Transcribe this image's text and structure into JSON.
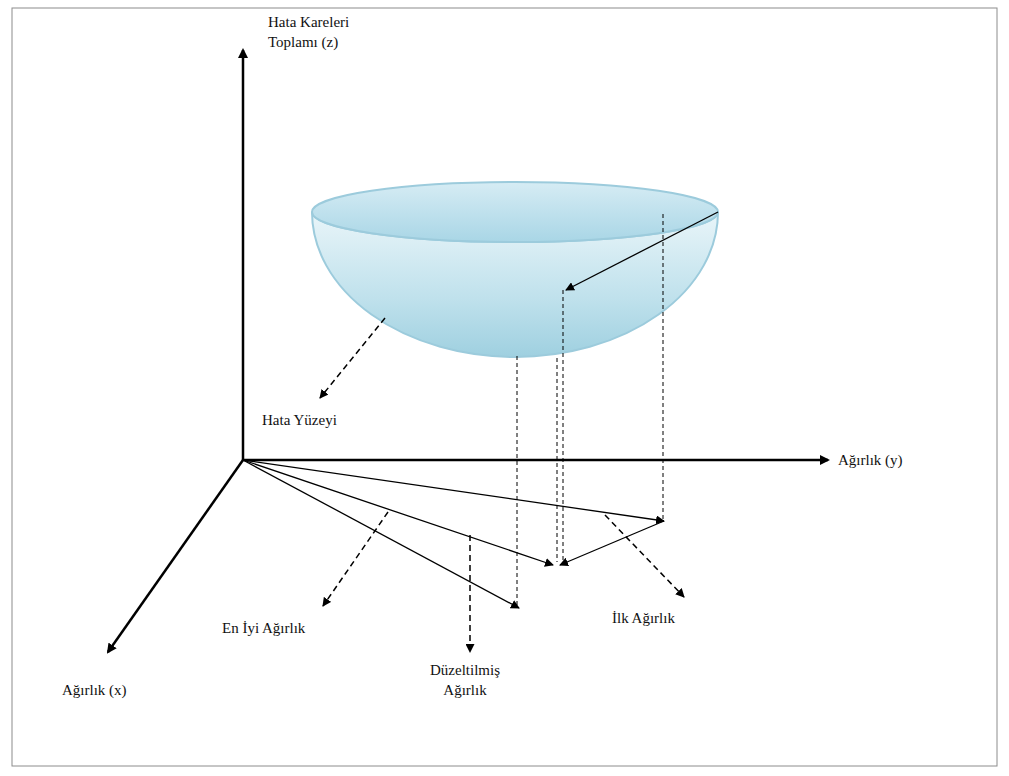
{
  "diagram": {
    "labels": [
      "Hata Kareleri Toplamı (z)",
      "Ağırlık (y)",
      "Hata Yüzeyi",
      "En İyi Ağırlık",
      "Düzeltilmiş Ağırlık",
      "İlk Ağırlık",
      "Ağırlık (x)"
    ]
  }
}
